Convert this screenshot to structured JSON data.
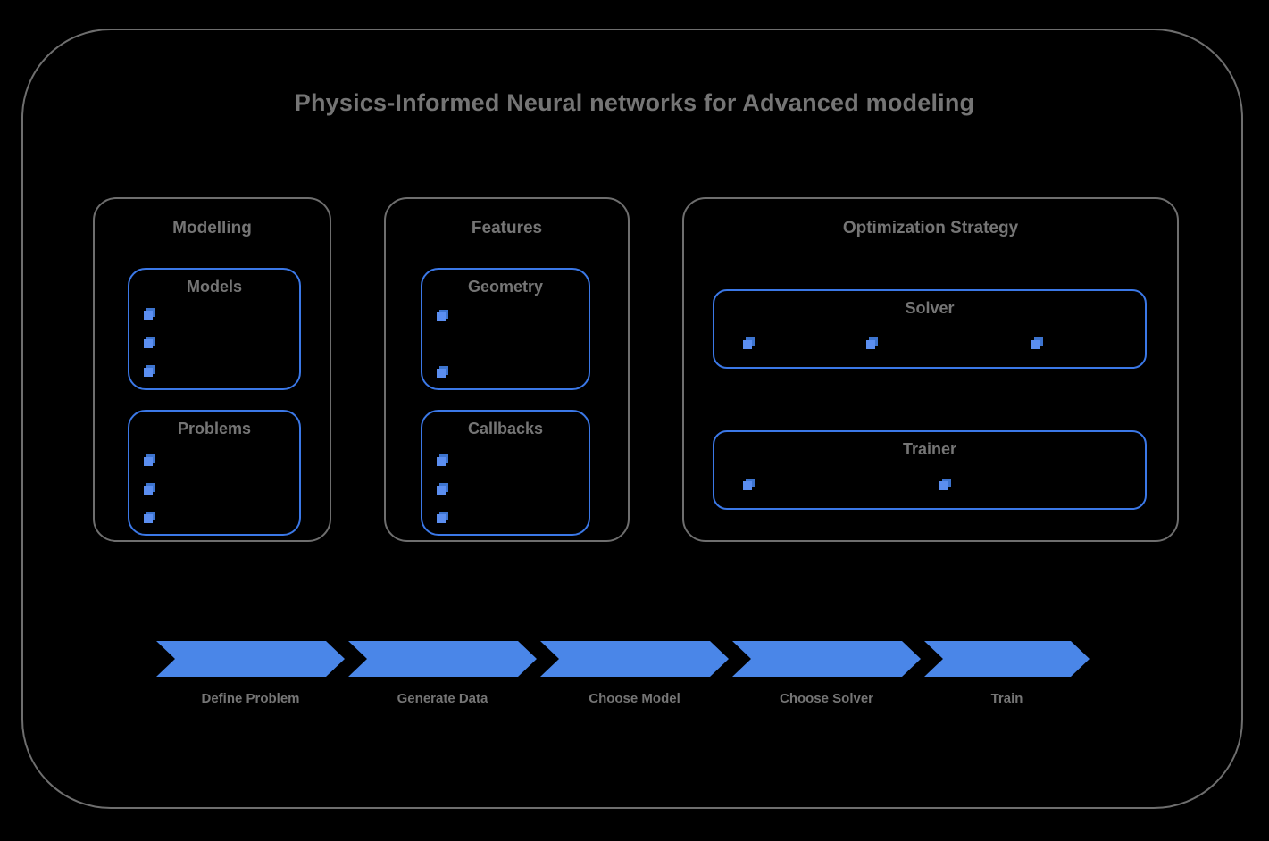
{
  "diagram": {
    "title": "Physics-Informed Neural networks for Advanced modeling",
    "accent_color": "#4a86e8",
    "frame_color": "#6e6e6e",
    "text_color": "#757575",
    "background_color": "#000000"
  },
  "groups": [
    {
      "label": "Modelling",
      "boxes": [
        {
          "label": "Models",
          "bullet_count": 3,
          "bullet_layout": "vertical"
        },
        {
          "label": "Problems",
          "bullet_count": 3,
          "bullet_layout": "vertical"
        }
      ]
    },
    {
      "label": "Features",
      "boxes": [
        {
          "label": "Geometry",
          "bullet_count": 2,
          "bullet_layout": "vertical-spread"
        },
        {
          "label": "Callbacks",
          "bullet_count": 3,
          "bullet_layout": "vertical"
        }
      ]
    },
    {
      "label": "Optimization Strategy",
      "boxes": [
        {
          "label": "Solver",
          "bullet_count": 3,
          "bullet_layout": "horizontal"
        },
        {
          "label": "Trainer",
          "bullet_count": 2,
          "bullet_layout": "horizontal"
        }
      ]
    }
  ],
  "pipeline": {
    "steps": [
      {
        "label": "Define Problem"
      },
      {
        "label": "Generate Data"
      },
      {
        "label": "Choose Model"
      },
      {
        "label": "Choose Solver"
      },
      {
        "label": "Train"
      }
    ]
  }
}
